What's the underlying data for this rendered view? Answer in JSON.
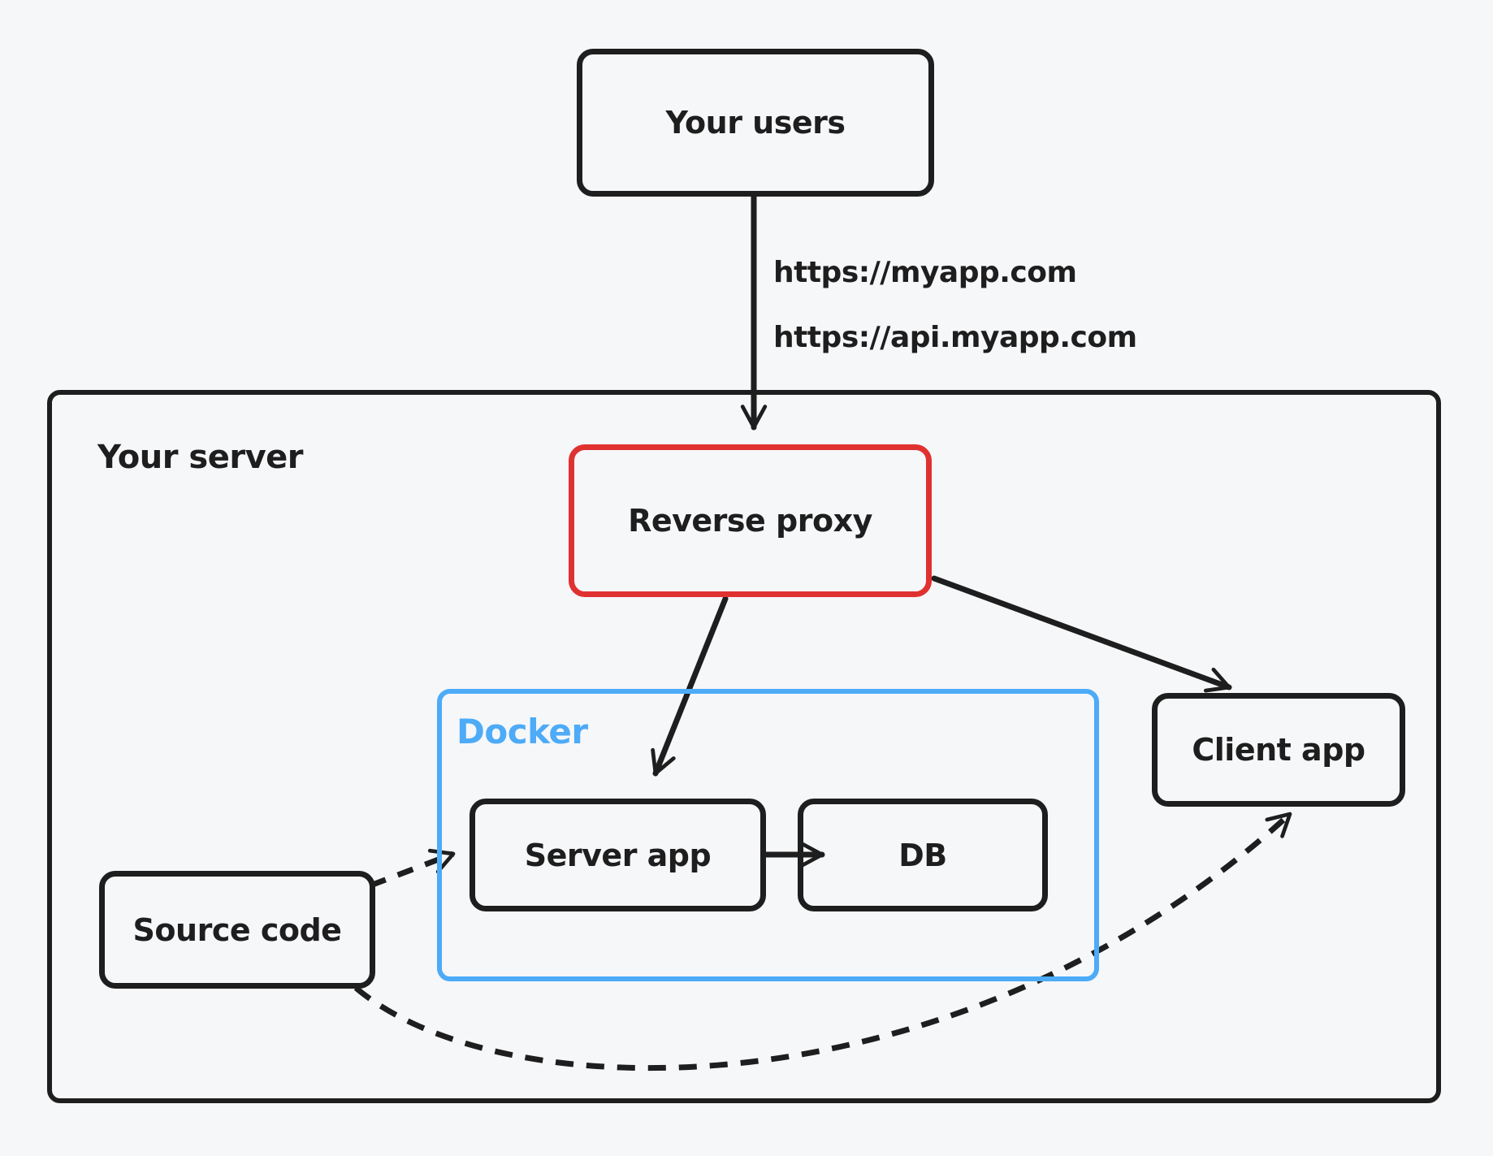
{
  "diagram": {
    "nodes": {
      "your_users": {
        "label": "Your users"
      },
      "reverse_proxy": {
        "label": "Reverse proxy",
        "border_color": "#e03131"
      },
      "server_app": {
        "label": "Server app"
      },
      "db": {
        "label": "DB"
      },
      "client_app": {
        "label": "Client app"
      },
      "source_code": {
        "label": "Source code"
      }
    },
    "containers": {
      "your_server": {
        "label": "Your server"
      },
      "docker": {
        "label": "Docker",
        "border_color": "#4dabf7"
      }
    },
    "edge_labels": {
      "users_to_proxy": [
        "https://myapp.com",
        "https://api.myapp.com"
      ]
    },
    "edges": [
      {
        "from": "your_users",
        "to": "reverse_proxy",
        "style": "solid"
      },
      {
        "from": "reverse_proxy",
        "to": "server_app",
        "style": "solid"
      },
      {
        "from": "reverse_proxy",
        "to": "client_app",
        "style": "solid"
      },
      {
        "from": "server_app",
        "to": "db",
        "style": "solid"
      },
      {
        "from": "source_code",
        "to": "server_app",
        "style": "dashed"
      },
      {
        "from": "source_code",
        "to": "client_app",
        "style": "dashed-curve"
      }
    ],
    "colors": {
      "stroke": "#1e1e1e",
      "red": "#e03131",
      "blue": "#4dabf7",
      "background": "#f6f7f9"
    }
  }
}
